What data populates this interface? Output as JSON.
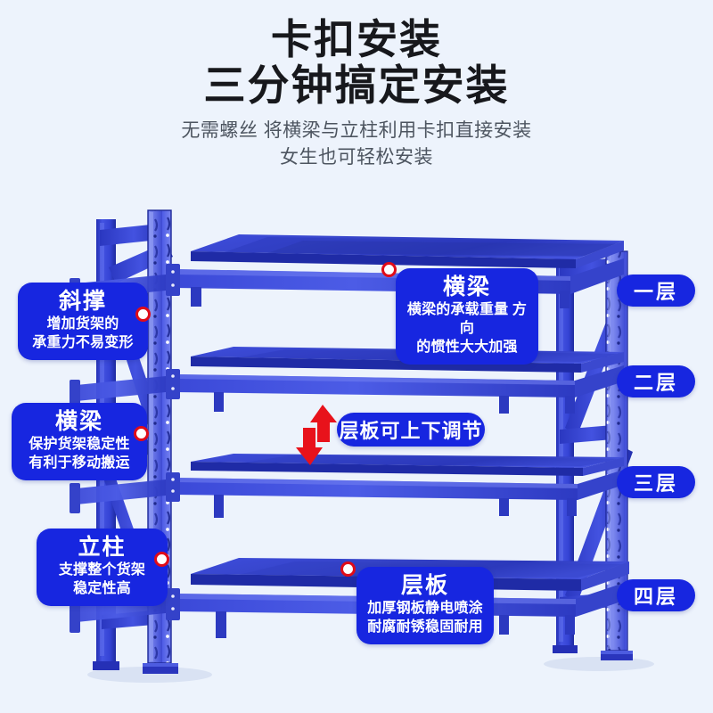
{
  "page": {
    "background_color": "#edf3fc",
    "accent_blue": "#1726e0",
    "steel_blue": "#2a37c8",
    "marker_red": "#e00b18"
  },
  "header": {
    "title_line1": "卡扣安装",
    "title_line2": "三分钟搞定安装",
    "subtitle_line1": "无需螺丝 将横梁与立柱利用卡扣直接安装",
    "subtitle_line2": "女生也可轻松安装"
  },
  "callouts": [
    {
      "id": "brace",
      "title": "斜撑",
      "desc_line1": "增加货架的",
      "desc_line2": "承重力不易变形"
    },
    {
      "id": "beam-left",
      "title": "横梁",
      "desc_line1": "保护货架稳定性",
      "desc_line2": "有利于移动搬运"
    },
    {
      "id": "upright",
      "title": "立柱",
      "desc_line1": "支撑整个货架",
      "desc_line2": "稳定性高"
    },
    {
      "id": "beam-right",
      "title": "横梁",
      "desc_line1": "横梁的承载重量 方向",
      "desc_line2": "的惯性大大加强"
    },
    {
      "id": "shelf-board",
      "title": "层板",
      "desc_line1": "加厚钢板静电喷涂",
      "desc_line2": "耐腐耐锈稳固耐用"
    }
  ],
  "adjust_pill": {
    "label": "层板可上下调节",
    "arrow_icon": "up-down-zigzag-arrow-icon",
    "arrow_color": "#e8121b"
  },
  "tiers": [
    {
      "label": "一层"
    },
    {
      "label": "二层"
    },
    {
      "label": "三层"
    },
    {
      "label": "四层"
    }
  ],
  "product": {
    "type": "warehouse-shelving-rack",
    "shelf_count": 4,
    "frame_color": "#2a37c8"
  }
}
